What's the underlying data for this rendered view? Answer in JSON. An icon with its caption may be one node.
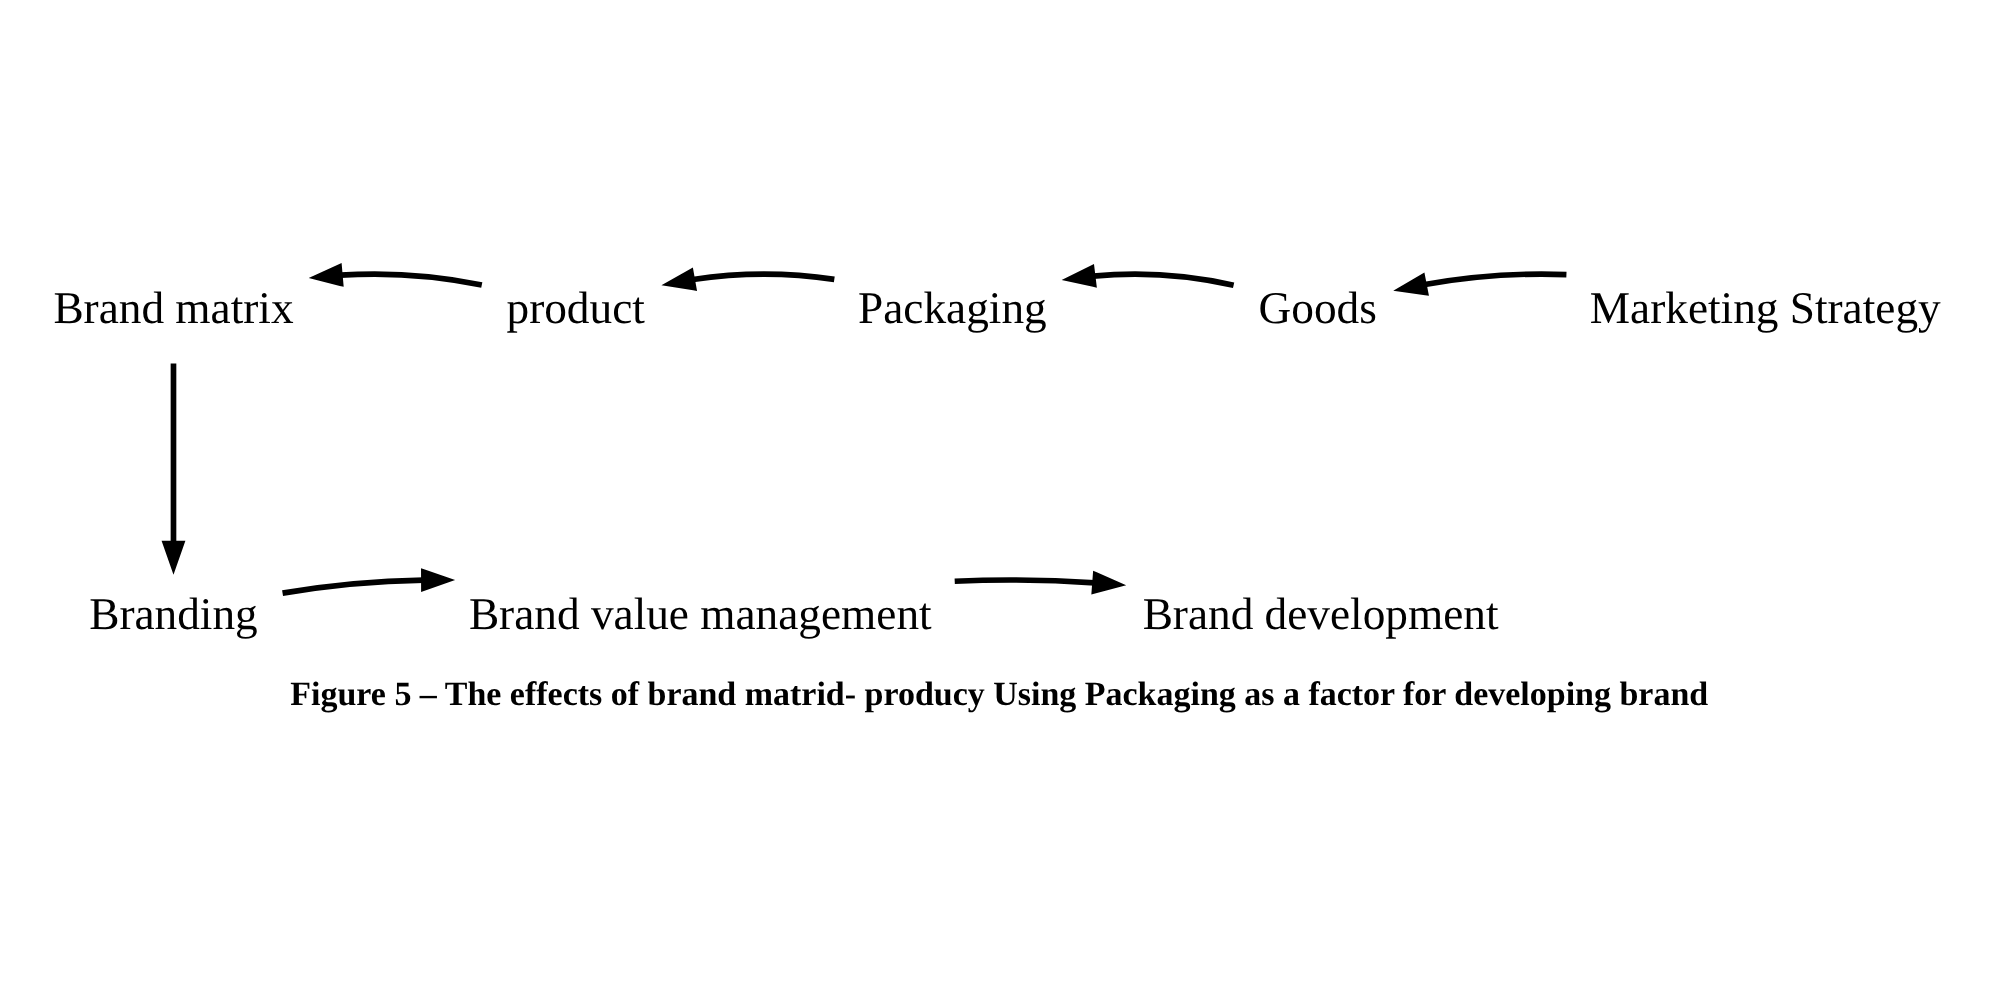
{
  "diagram": {
    "caption": "Figure 5 – The effects of brand matrid- producy Using Packaging as a factor for developing brand",
    "nodes": [
      {
        "text": [
          "Brand matrix"
        ]
      },
      {
        "text": [
          "product"
        ]
      },
      {
        "text": [
          "Packaging"
        ]
      },
      {
        "text": [
          "Goods"
        ]
      },
      {
        "text": [
          "Marketing Strategy"
        ]
      },
      {
        "text": [
          "Branding"
        ]
      },
      {
        "text": [
          "Brand value management"
        ]
      },
      {
        "text": [
          "Brand development"
        ]
      }
    ],
    "edges": [
      {
        "from": 4,
        "to": 3,
        "arrow": "to"
      },
      {
        "from": 3,
        "to": 2,
        "arrow": "to"
      },
      {
        "from": 2,
        "to": 1,
        "arrow": "to"
      },
      {
        "from": 1,
        "to": 0,
        "arrow": "to"
      },
      {
        "from": 0,
        "to": 5,
        "arrow": "to"
      },
      {
        "from": 5,
        "to": 6,
        "arrow": "to"
      },
      {
        "from": 6,
        "to": 7,
        "arrow": "to"
      }
    ]
  }
}
